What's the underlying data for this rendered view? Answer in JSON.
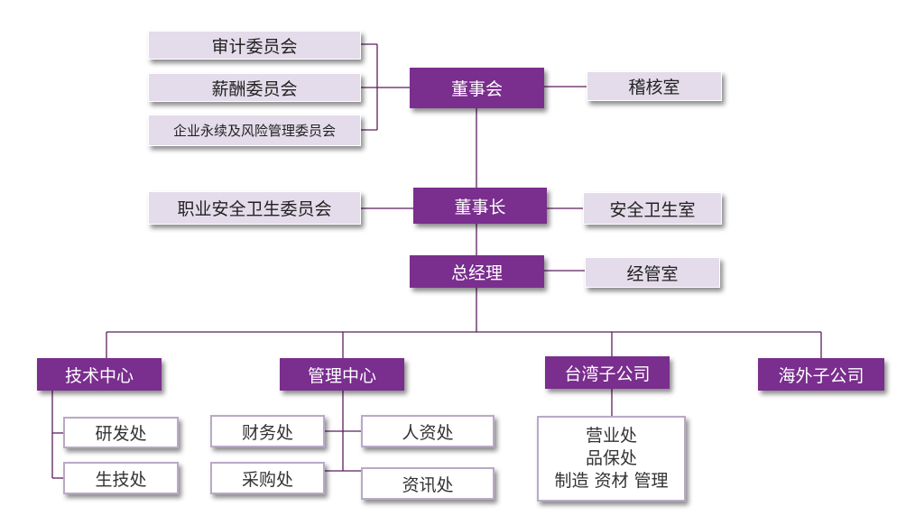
{
  "colors": {
    "purple": "#7a2e8e",
    "lavender": "#e4dcea",
    "line": "#5a1f5e",
    "white_box_border": "#b9a9c6"
  },
  "top": {
    "board": "董事会",
    "audit_office": "稽核室",
    "committees": [
      "审计委员会",
      "薪酬委员会",
      "企业永续及风险管理委员会"
    ]
  },
  "chairman": {
    "label": "董事长",
    "committee": "职业安全卫生委员会",
    "office": "安全卫生室"
  },
  "gm": {
    "label": "总经理",
    "office": "经管室"
  },
  "divisions": {
    "tech": {
      "label": "技术中心",
      "units": [
        "研发处",
        "生技处"
      ]
    },
    "mgmt": {
      "label": "管理中心",
      "units": [
        "财务处",
        "人资处",
        "采购处",
        "资讯处"
      ]
    },
    "taiwan": {
      "label": "台湾子公司",
      "units": [
        "营业处",
        "品保处",
        "制造 资材 管理"
      ]
    },
    "overseas": {
      "label": "海外子公司"
    }
  }
}
